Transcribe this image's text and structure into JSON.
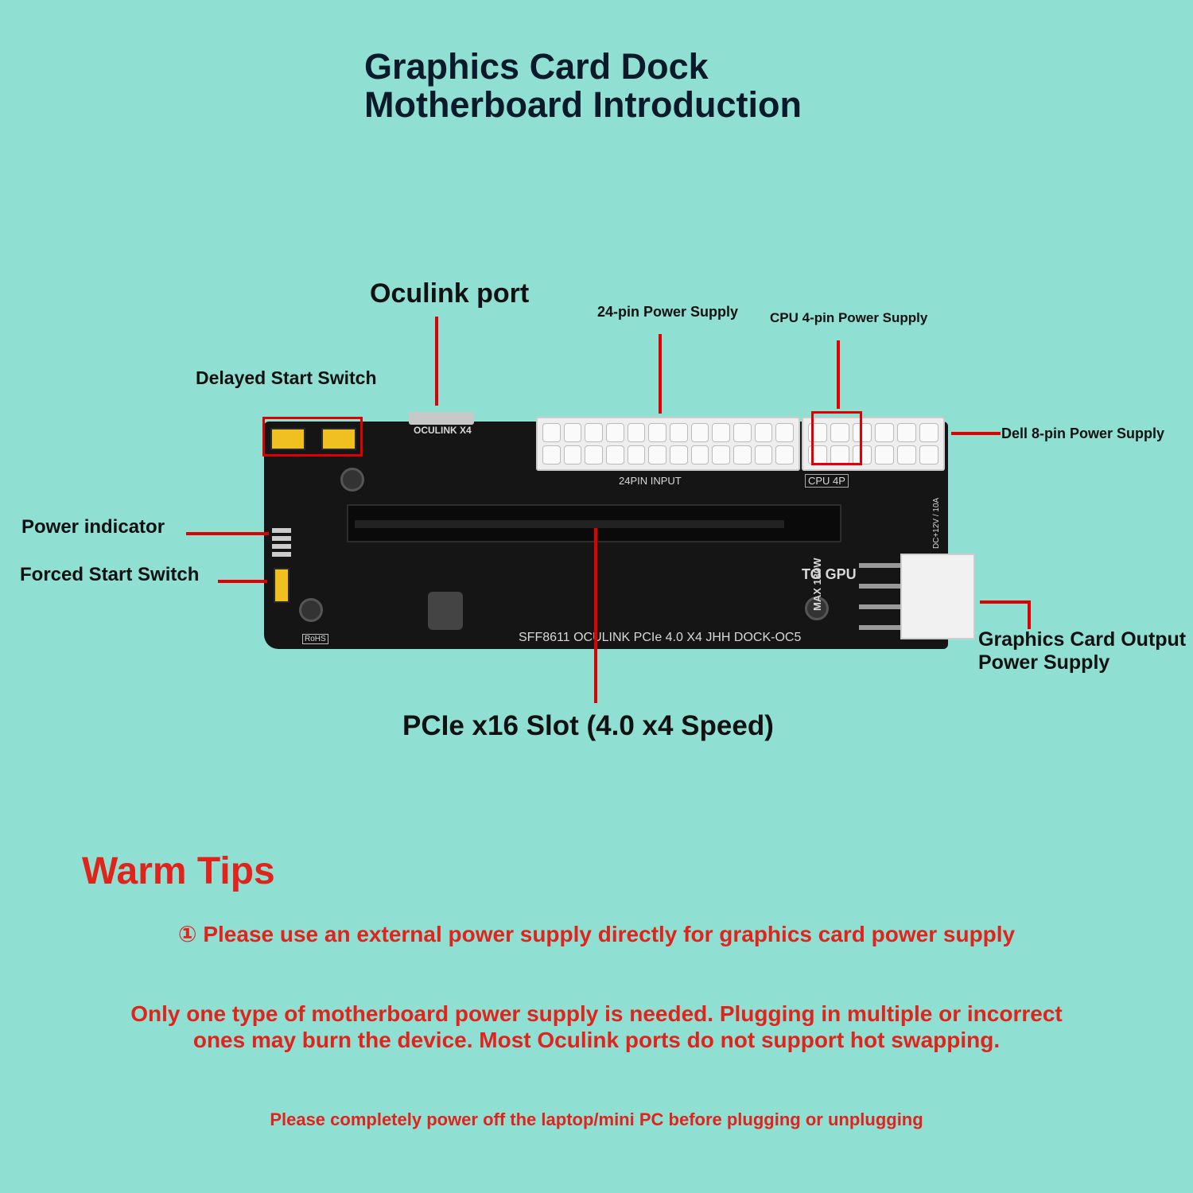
{
  "title": {
    "line1": "Graphics Card Dock",
    "line2": "Motherboard Introduction"
  },
  "callouts": {
    "oculink": "Oculink port",
    "pin24": "24-pin Power Supply",
    "cpu4": "CPU 4-pin Power Supply",
    "delayed": "Delayed Start Switch",
    "dell8": "Dell 8-pin Power Supply",
    "power_indicator": "Power indicator",
    "forced_start": "Forced Start Switch",
    "gpu_output_1": "Graphics Card Output",
    "gpu_output_2": "Power Supply",
    "pcie_slot": "PCIe x16 Slot (4.0 x4 Speed)"
  },
  "board_silk": {
    "oculink_label": "OCULINK X4",
    "input24": "24PIN INPUT",
    "cpu4p": "CPU 4P",
    "model": "SFF8611 OCULINK  PCIe 4.0  X4  JHH DOCK-OC5",
    "to_gpu": "TO GPU",
    "max": "MAX 180W",
    "dc": "DC+12V / 10A",
    "rohs": "RoHS"
  },
  "tips": {
    "heading": "Warm Tips",
    "tip1": "① Please use an external power supply directly for graphics card power supply",
    "tip2_line1": "Only one type of motherboard power supply is needed. Plugging in multiple or incorrect",
    "tip2_line2": "ones may burn the device. Most Oculink ports do not support hot swapping.",
    "tip3": "Please completely power off the laptop/mini PC before plugging or unplugging"
  },
  "colors": {
    "background": "#8fdfd3",
    "accent_red": "#e00000",
    "tip_red": "#e0241c",
    "board": "#151515"
  }
}
